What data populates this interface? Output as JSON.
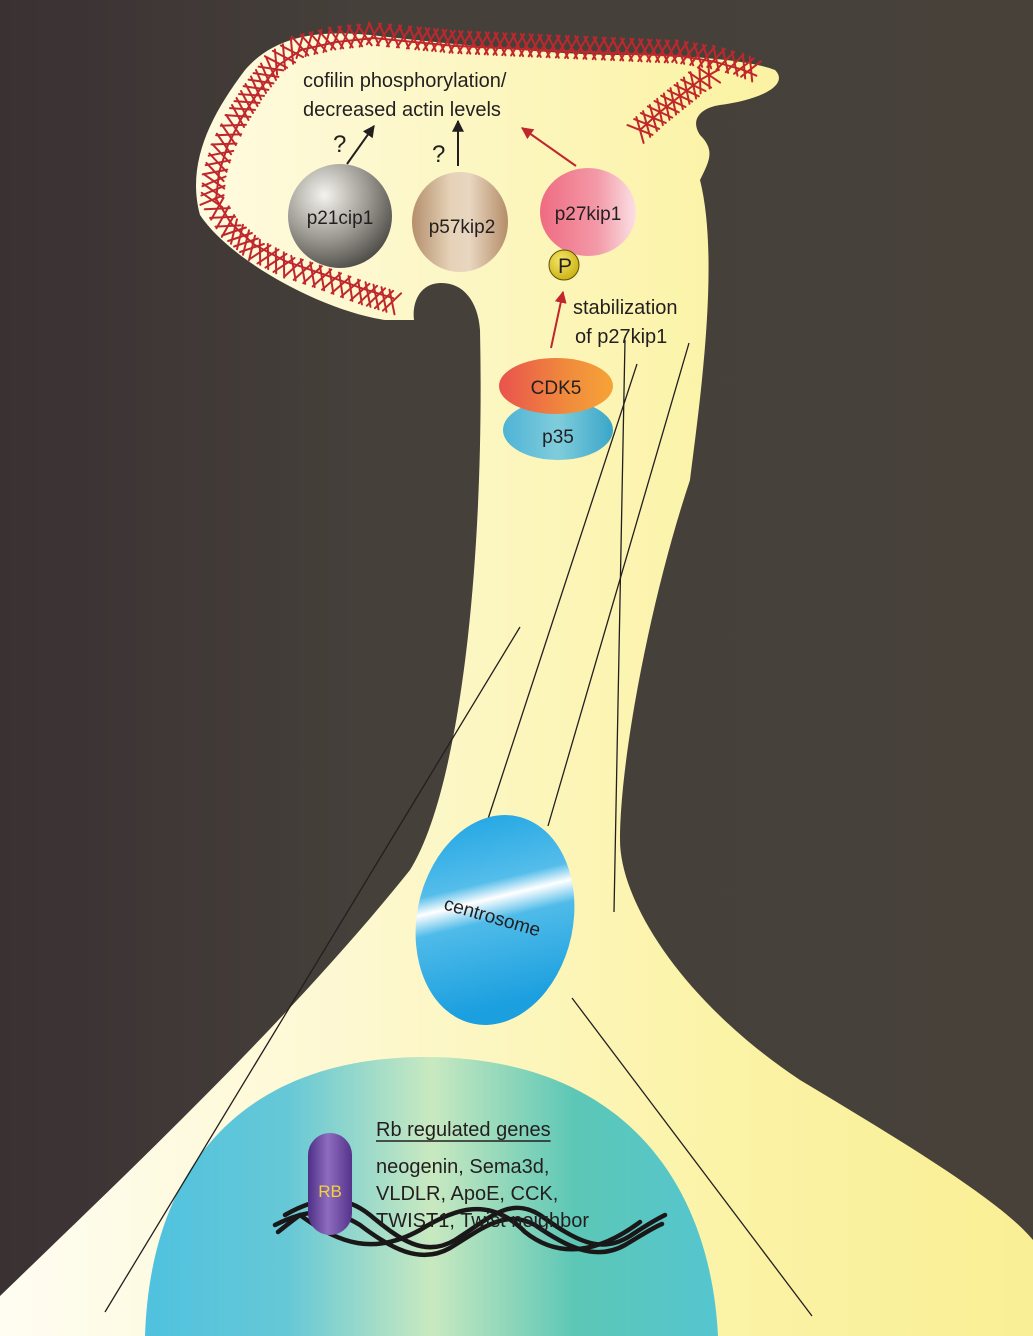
{
  "labels": {
    "cofilin_line1": "cofilin phosphorylation/",
    "cofilin_line2": "decreased actin levels",
    "question_mark": "?",
    "p21": "p21cip1",
    "p57": "p57kip2",
    "p27": "p27kip1",
    "phospho": "P",
    "stabilization_line1": "stabilization",
    "stabilization_line2": "of p27kip1",
    "cdk5": "CDK5",
    "p35": "p35",
    "centrosome": "centrosome",
    "rb": "RB",
    "rb_genes_heading": "Rb regulated genes",
    "genes_line1": "neogenin, Sema3d,",
    "genes_line2": "VLDLR, ApoE, CCK,",
    "genes_line3": "TWIST1, Twist neighbor"
  },
  "colors": {
    "background": "#46403a",
    "cytoplasm": "#fbf19f",
    "actin": "#c0272d",
    "activation_arrow": "#c0272d",
    "plain_arrow": "#231f20",
    "centrosome": "#1ea4e0",
    "p21": "#8c8a82",
    "p57": "#c9a883",
    "p27": "#f0788a",
    "phospho": "#e6d21e",
    "cdk5": "#ef8a3a",
    "p35": "#5bbcd2",
    "rb": "#6f4ba0",
    "nucleus": "#5cc3cc"
  }
}
